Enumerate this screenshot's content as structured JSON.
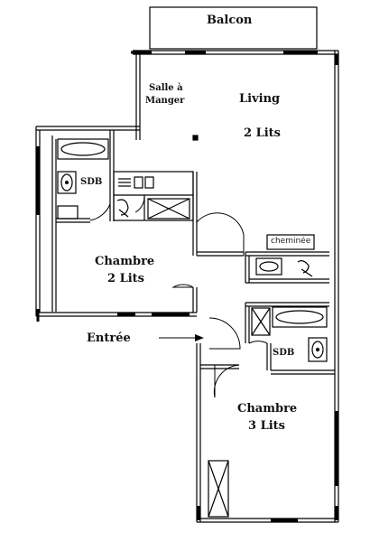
{
  "plan": {
    "rooms": {
      "balcon": "Balcon",
      "salle_a_manger_line1": "Salle à",
      "salle_a_manger_line2": "Manger",
      "living": "Living",
      "living_beds": "2 Lits",
      "sdb_left": "SDB",
      "sdb_right": "SDB",
      "cheminee": "cheminée",
      "chambre_left": "Chambre",
      "chambre_left_beds": "2 Lits",
      "chambre_right": "Chambre",
      "chambre_right_beds": "3 Lits",
      "entree": "Entrée"
    },
    "icons": [
      "sink-icon",
      "toilet-icon",
      "bathtub-icon",
      "stove-icon",
      "shower-icon",
      "entry-arrow-icon"
    ]
  }
}
